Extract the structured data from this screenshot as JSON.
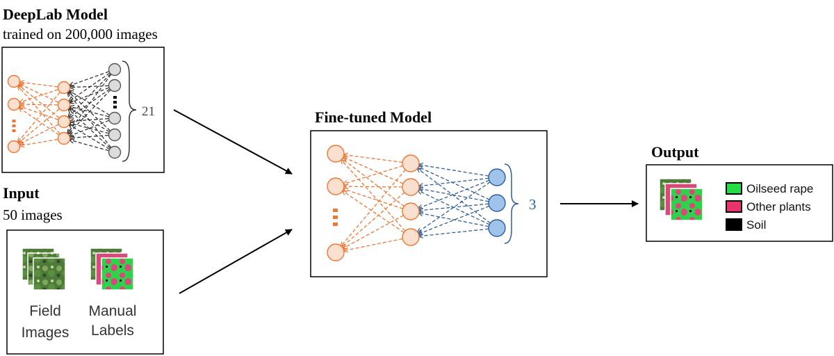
{
  "pretrained": {
    "title": "DeepLab Model",
    "subtitle": "trained on 200,000 images",
    "class_count": "21"
  },
  "input": {
    "title": "Input",
    "subtitle": "50 images",
    "field_label_line1": "Field",
    "field_label_line2": "Images",
    "manual_label_line1": "Manual",
    "manual_label_line2": "Labels"
  },
  "finetuned": {
    "title": "Fine-tuned Model",
    "class_count": "3"
  },
  "output": {
    "title": "Output",
    "legend": [
      {
        "label": "Oilseed rape",
        "color": "#22dd44"
      },
      {
        "label": "Other plants",
        "color": "#e8336e"
      },
      {
        "label": "Soil",
        "color": "#000000"
      }
    ]
  },
  "colors": {
    "orange": "#ee7733",
    "orange_fill": "#fbe0d0",
    "gray_fill": "#dcdcdc",
    "blue": "#2e5e9a",
    "blue_fill": "#9fc3ea"
  }
}
